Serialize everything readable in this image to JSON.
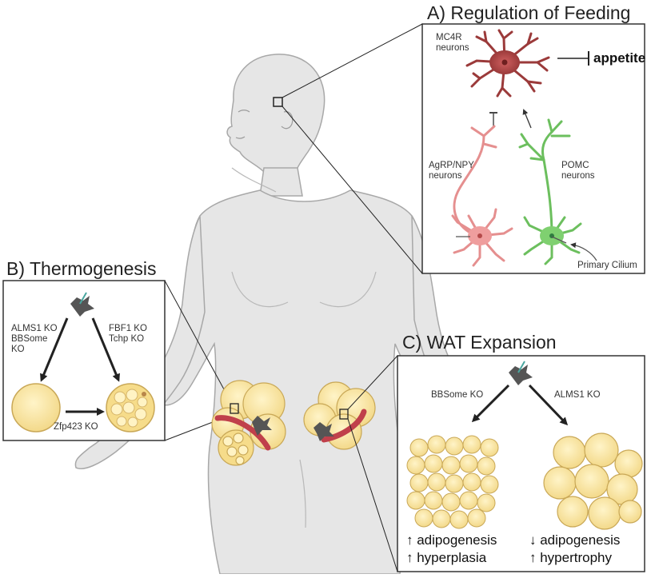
{
  "panel_a": {
    "title": "A) Regulation of Feeding",
    "mc4r_label": "MC4R\nneurons",
    "appetite_label": "appetite",
    "agrp_label": "AgRP/NPY\nneurons",
    "pomc_label": "POMC\nneurons",
    "cilium_label": "Primary Cilium"
  },
  "panel_b": {
    "title": "B) Thermogenesis",
    "left_arrow_label": "ALMS1 KO\nBBSome\nKO",
    "right_arrow_label": "FBF1 KO\nTchp KO",
    "bottom_arrow_label": "Zfp423 KO"
  },
  "panel_c": {
    "title": "C) WAT Expansion",
    "left_arrow_label": "BBSome KO",
    "right_arrow_label": "ALMS1 KO",
    "left_outcome_1": "↑ adipogenesis",
    "left_outcome_2": "↑ hyperplasia",
    "right_outcome_1": "↓ adipogenesis",
    "right_outcome_2": "↑ hypertrophy"
  },
  "colors": {
    "body_fill": "#e6e6e6",
    "body_stroke": "#a8a8a8",
    "panel_stroke": "#333333",
    "mc4r_neuron": "#9b3a3a",
    "agrp_neuron": "#e58f8f",
    "pomc_neuron": "#6cbf5e",
    "adipocyte_fill": "#fbe7a4",
    "adipocyte_stroke": "#c9a857",
    "kidney": "#c0404b"
  }
}
